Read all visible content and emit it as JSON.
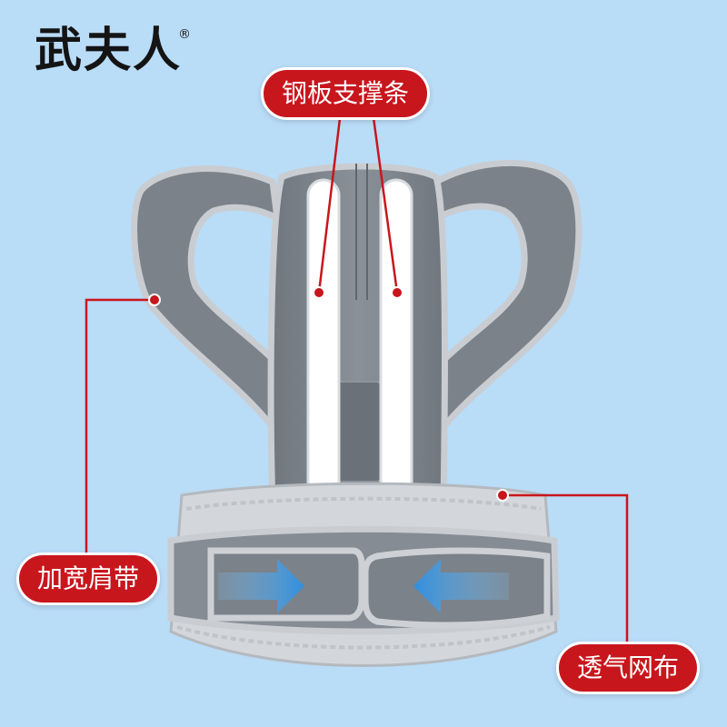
{
  "brand": {
    "name": "武夫人",
    "registered_mark": "®"
  },
  "callouts": {
    "steel_support": "钢板支撑条",
    "wide_shoulder_strap": "加宽肩带",
    "breathable_mesh": "透气网布"
  },
  "colors": {
    "background": "#b9dcf7",
    "label_red": "#c8161d",
    "fabric_gray": "#7b828a",
    "trim_gray": "#c9cdd2",
    "arrow_blue": "#4aa3e8"
  }
}
